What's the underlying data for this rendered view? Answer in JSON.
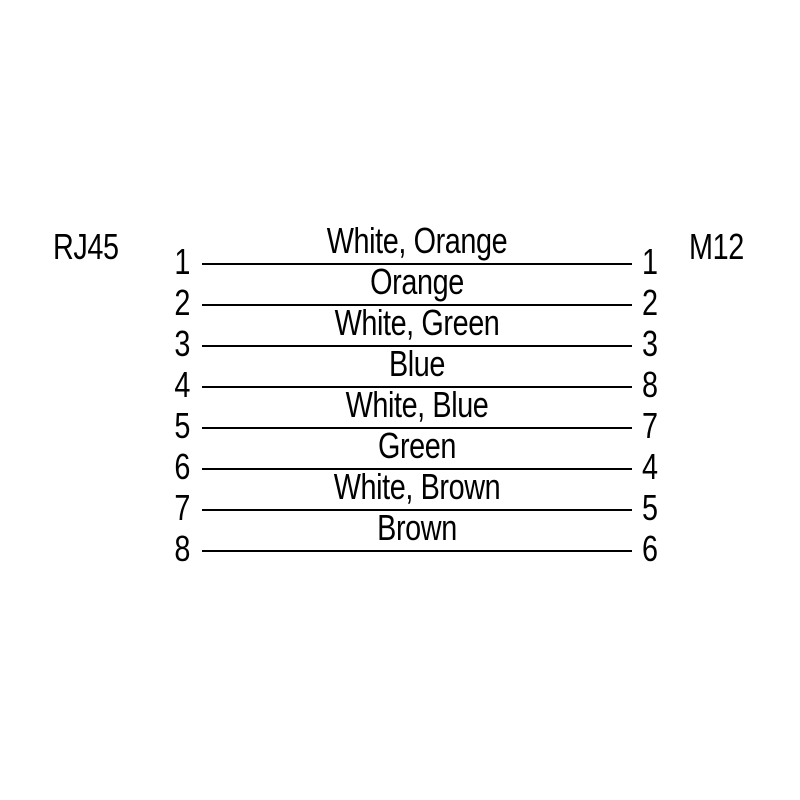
{
  "diagram": {
    "type": "pinout-wiring-diagram",
    "left_connector": "RJ45",
    "right_connector": "M12",
    "colors": {
      "background": "#ffffff",
      "line": "#000000",
      "text": "#000000"
    },
    "rows": [
      {
        "left_pin": "1",
        "wire": "White, Orange",
        "right_pin": "1"
      },
      {
        "left_pin": "2",
        "wire": "Orange",
        "right_pin": "2"
      },
      {
        "left_pin": "3",
        "wire": "White, Green",
        "right_pin": "3"
      },
      {
        "left_pin": "4",
        "wire": "Blue",
        "right_pin": "8"
      },
      {
        "left_pin": "5",
        "wire": "White, Blue",
        "right_pin": "7"
      },
      {
        "left_pin": "6",
        "wire": "Green",
        "right_pin": "4"
      },
      {
        "left_pin": "7",
        "wire": "White, Brown",
        "right_pin": "5"
      },
      {
        "left_pin": "8",
        "wire": "Brown",
        "right_pin": "6"
      }
    ]
  }
}
